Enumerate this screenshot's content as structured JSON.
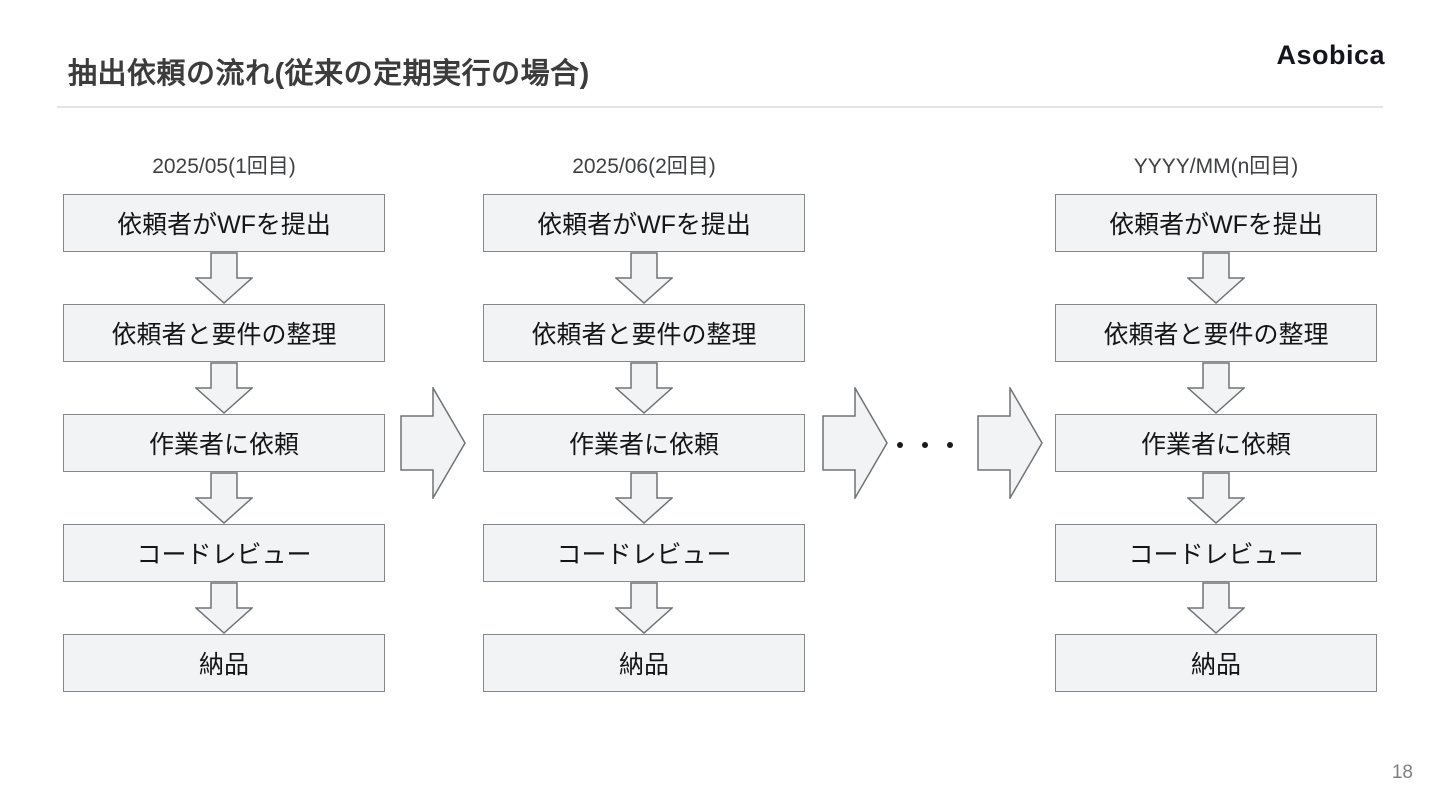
{
  "header": {
    "title": "抽出依頼の流れ(従来の定期実行の場合)",
    "page_number": "18"
  },
  "brand": {
    "logo_text": "Asobica"
  },
  "flow": {
    "columns": [
      {
        "label": "2025/05(1回目)",
        "steps": [
          "依頼者がWFを提出",
          "依頼者と要件の整理",
          "作業者に依頼",
          "コードレビュー",
          "納品"
        ]
      },
      {
        "label": "2025/06(2回目)",
        "steps": [
          "依頼者がWFを提出",
          "依頼者と要件の整理",
          "作業者に依頼",
          "コードレビュー",
          "納品"
        ]
      },
      {
        "label": "YYYY/MM(n回目)",
        "steps": [
          "依頼者がWFを提出",
          "依頼者と要件の整理",
          "作業者に依頼",
          "コードレビュー",
          "納品"
        ]
      }
    ],
    "ellipsis": "・・・"
  },
  "colors": {
    "background": "#ffffff",
    "box_fill": "#f2f3f5",
    "box_border": "#85878a",
    "arrow_fill": "#f2f3f5",
    "arrow_border": "#707376",
    "title_text": "#3c3c3c",
    "header_text": "#3f4042",
    "box_text": "#141517",
    "divider": "#e4e4e4",
    "page_number": "#7f7f7f",
    "logo": "#15151e"
  }
}
